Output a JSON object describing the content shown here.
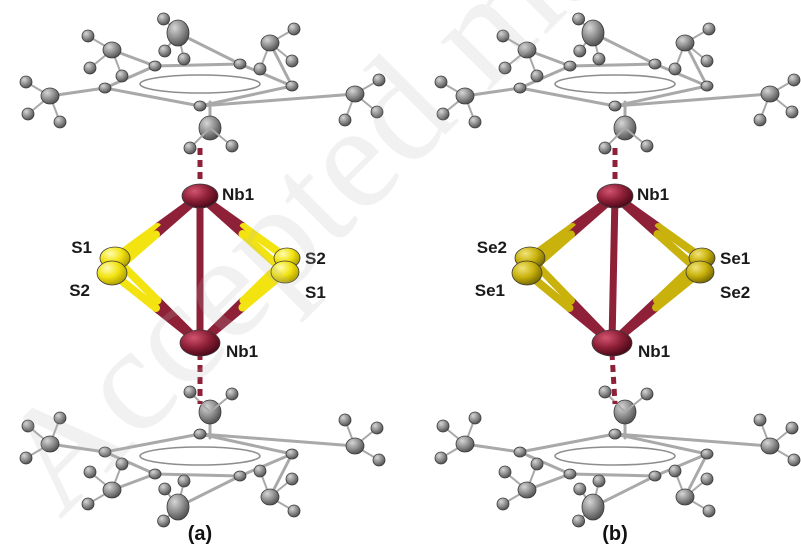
{
  "watermark": "Accepted manuscript",
  "panels": [
    {
      "id": "a",
      "label": "(a)",
      "chalcogen_color": "#f2e311",
      "chalcogen_dark": "#c9b800",
      "labels": {
        "nb_top": "Nb1",
        "nb_bottom": "Nb1",
        "left_upper": "S1",
        "left_lower": "S2",
        "right_upper": "S2",
        "right_lower": "S1"
      }
    },
    {
      "id": "b",
      "label": "(b)",
      "chalcogen_color": "#c9b20c",
      "chalcogen_dark": "#8f7f05",
      "labels": {
        "nb_top": "Nb1",
        "nb_bottom": "Nb1",
        "left_upper": "Se2",
        "left_lower": "Se1",
        "right_upper": "Se1",
        "right_lower": "Se2"
      }
    }
  ],
  "colors": {
    "niobium": "#8e2037",
    "niobium_dark": "#5a0f20",
    "carbon": "#8a8a8a",
    "carbon_dark": "#555555",
    "bond": "#a9a9a9",
    "nb_bond": "#8e2037"
  }
}
